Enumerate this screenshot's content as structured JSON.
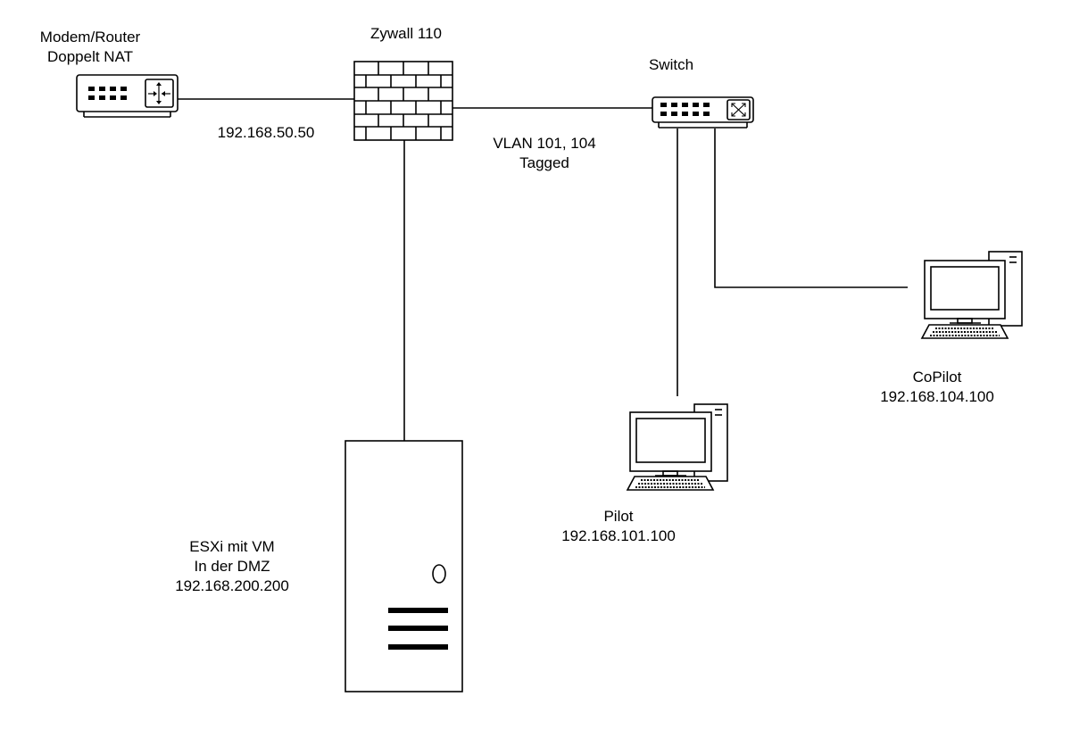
{
  "nodes": {
    "modem": {
      "line1": "Modem/Router",
      "line2": "Doppelt NAT"
    },
    "firewall": {
      "label": "Zywall 110"
    },
    "switch": {
      "label": "Switch"
    },
    "copilot": {
      "name": "CoPilot",
      "ip": "192.168.104.100"
    },
    "pilot": {
      "name": "Pilot",
      "ip": "192.168.101.100"
    },
    "esxi": {
      "line1": "ESXi mit VM",
      "line2": "In der DMZ",
      "ip": "192.168.200.200"
    }
  },
  "links": {
    "modem_firewall": {
      "label": "192.168.50.50"
    },
    "firewall_switch": {
      "line1": "VLAN 101, 104",
      "line2": "Tagged"
    }
  }
}
